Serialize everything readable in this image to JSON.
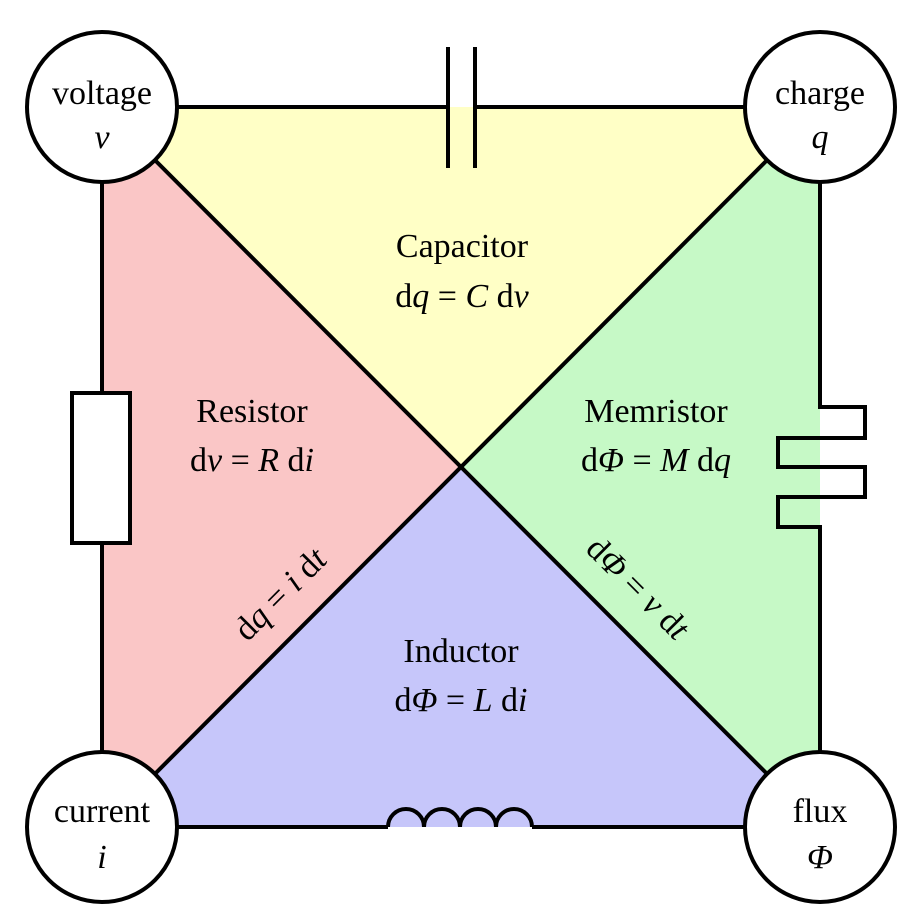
{
  "colors": {
    "capacitor_region": "#ffffc6",
    "memristor_region": "#c6f9c6",
    "inductor_region": "#c6c6fa",
    "resistor_region": "#fac6c6",
    "stroke": "#000000",
    "node_fill": "#ffffff"
  },
  "nodes": {
    "voltage": {
      "name": "voltage",
      "symbol": "v"
    },
    "charge": {
      "name": "charge",
      "symbol": "q"
    },
    "current": {
      "name": "current",
      "symbol": "i"
    },
    "flux": {
      "name": "flux",
      "symbol": "Φ"
    }
  },
  "components": {
    "capacitor": {
      "name": "Capacitor",
      "eq": {
        "d1": "d",
        "v1": "q",
        "eq": " = ",
        "k": "C",
        "sp": " ",
        "d2": "d",
        "v2": "v"
      }
    },
    "resistor": {
      "name": "Resistor",
      "eq": {
        "d1": "d",
        "v1": "v",
        "eq": " = ",
        "k": "R",
        "sp": " ",
        "d2": "d",
        "v2": "i"
      }
    },
    "memristor": {
      "name": "Memristor",
      "eq": {
        "d1": "d",
        "v1": "Φ",
        "eq": " = ",
        "k": "M",
        "sp": " ",
        "d2": "d",
        "v2": "q"
      }
    },
    "inductor": {
      "name": "Inductor",
      "eq": {
        "d1": "d",
        "v1": "Φ",
        "eq": " = ",
        "k": "L",
        "sp": " ",
        "d2": "d",
        "v2": "i"
      }
    }
  },
  "relations": {
    "charge_current": {
      "d1": "d",
      "v1": "q",
      "eq": " = ",
      "v2": "i",
      "sp": " ",
      "d2": "d",
      "v3": "t"
    },
    "flux_voltage": {
      "d1": "d",
      "v1": "Φ",
      "eq": " = ",
      "v2": "v",
      "sp": " ",
      "d2": "d",
      "v3": "t"
    }
  }
}
